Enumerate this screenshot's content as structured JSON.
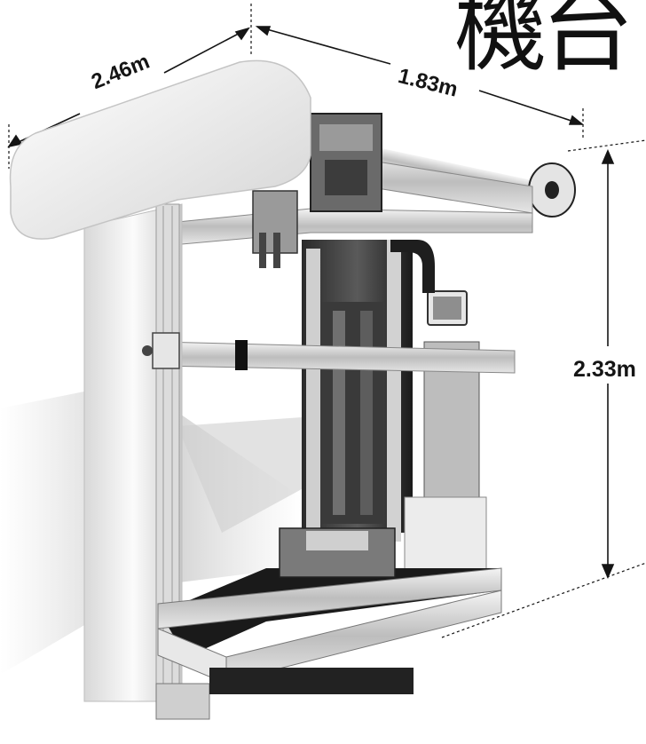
{
  "title_text": "機台",
  "dimensions": {
    "width": "2.46m",
    "depth": "1.83m",
    "height": "2.33m"
  },
  "colors": {
    "background": "#ffffff",
    "frame": "#eeeeee",
    "shadow": "#1a1a1a",
    "ink": "#151515"
  }
}
